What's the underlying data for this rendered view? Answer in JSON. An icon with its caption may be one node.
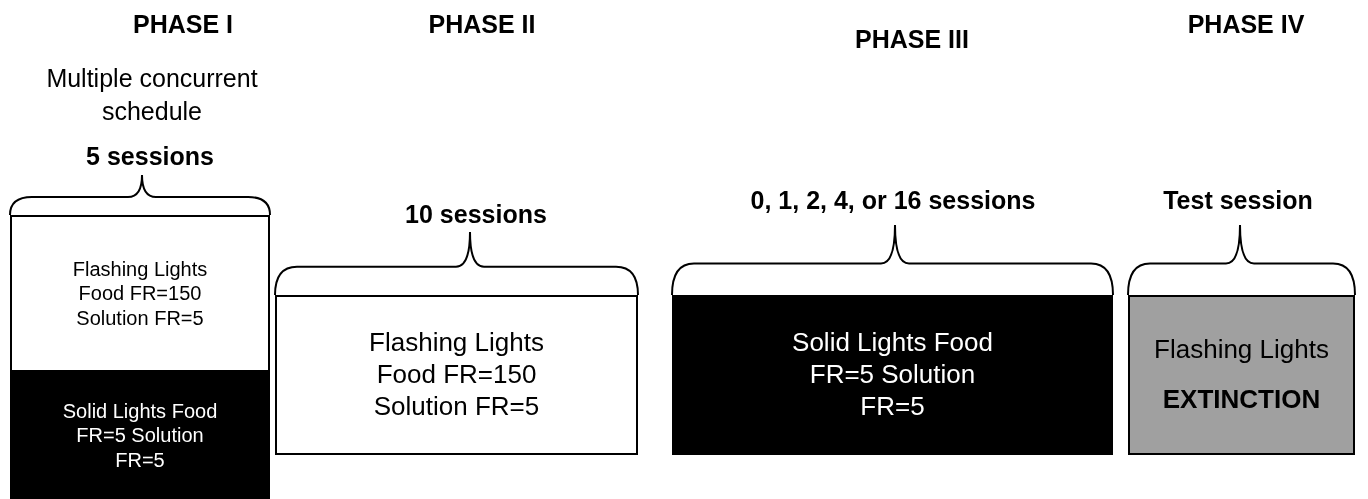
{
  "diagram": {
    "nodes": [
      {
        "text": [
          "Flashing Lights Food FR=150 Solution FR=5"
        ]
      },
      {
        "text": [
          "Solid Lights Food FR=5 Solution FR=5"
        ]
      },
      {
        "text": [
          "Flashing Lights Food FR=150 Solution FR=5"
        ]
      },
      {
        "text": [
          "Solid Lights Food FR=5 Solution FR=5"
        ]
      },
      {
        "text": [
          "Flashing Lights",
          "EXTINCTION"
        ]
      }
    ],
    "labels": [
      "PHASE I",
      "PHASE II",
      "PHASE III",
      "PHASE IV",
      "Multiple concurrent schedule",
      "5 sessions",
      "10 sessions",
      "0, 1, 2, 4, or 16 sessions",
      "Test session"
    ]
  }
}
